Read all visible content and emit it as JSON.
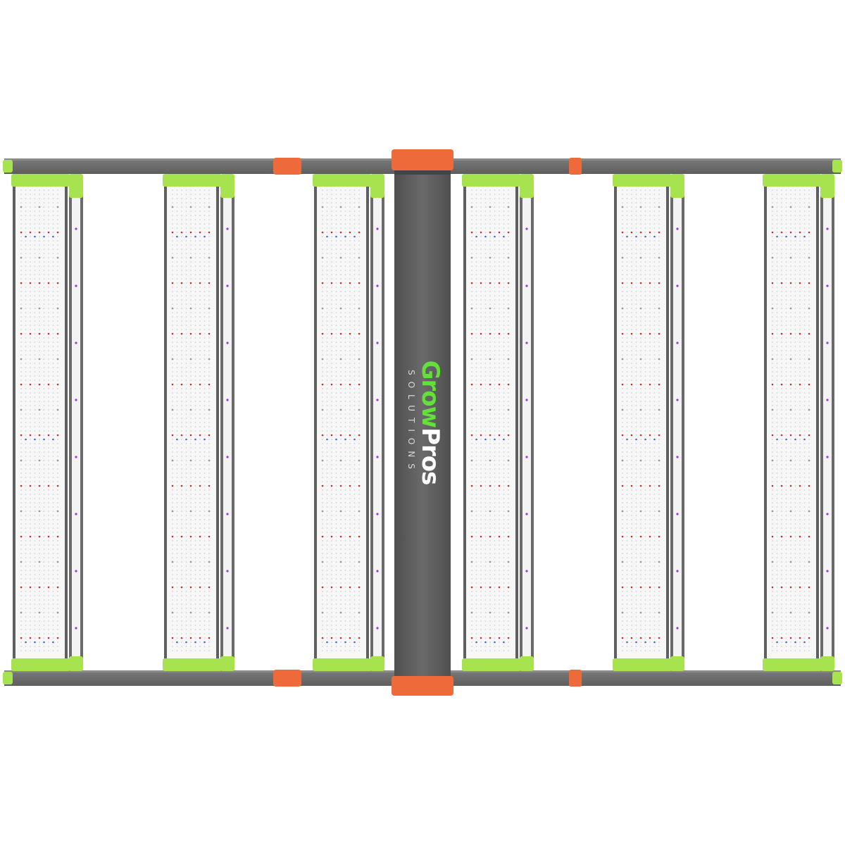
{
  "logo": {
    "word_grow": "Grow",
    "word_pros": "Pros",
    "subtitle": "SOLUTIONS"
  },
  "colors": {
    "frame_gray": "#6e6e6e",
    "frame_dark": "#5a5a5a",
    "accent_green": "#a7e24f",
    "accent_orange": "#ef6a3a",
    "led_red": "#d42a2a",
    "led_blue": "#3a6ad8",
    "led_purple": "#9a3ad8",
    "logo_green": "#63e03a"
  },
  "light_bars": {
    "count": 6
  }
}
